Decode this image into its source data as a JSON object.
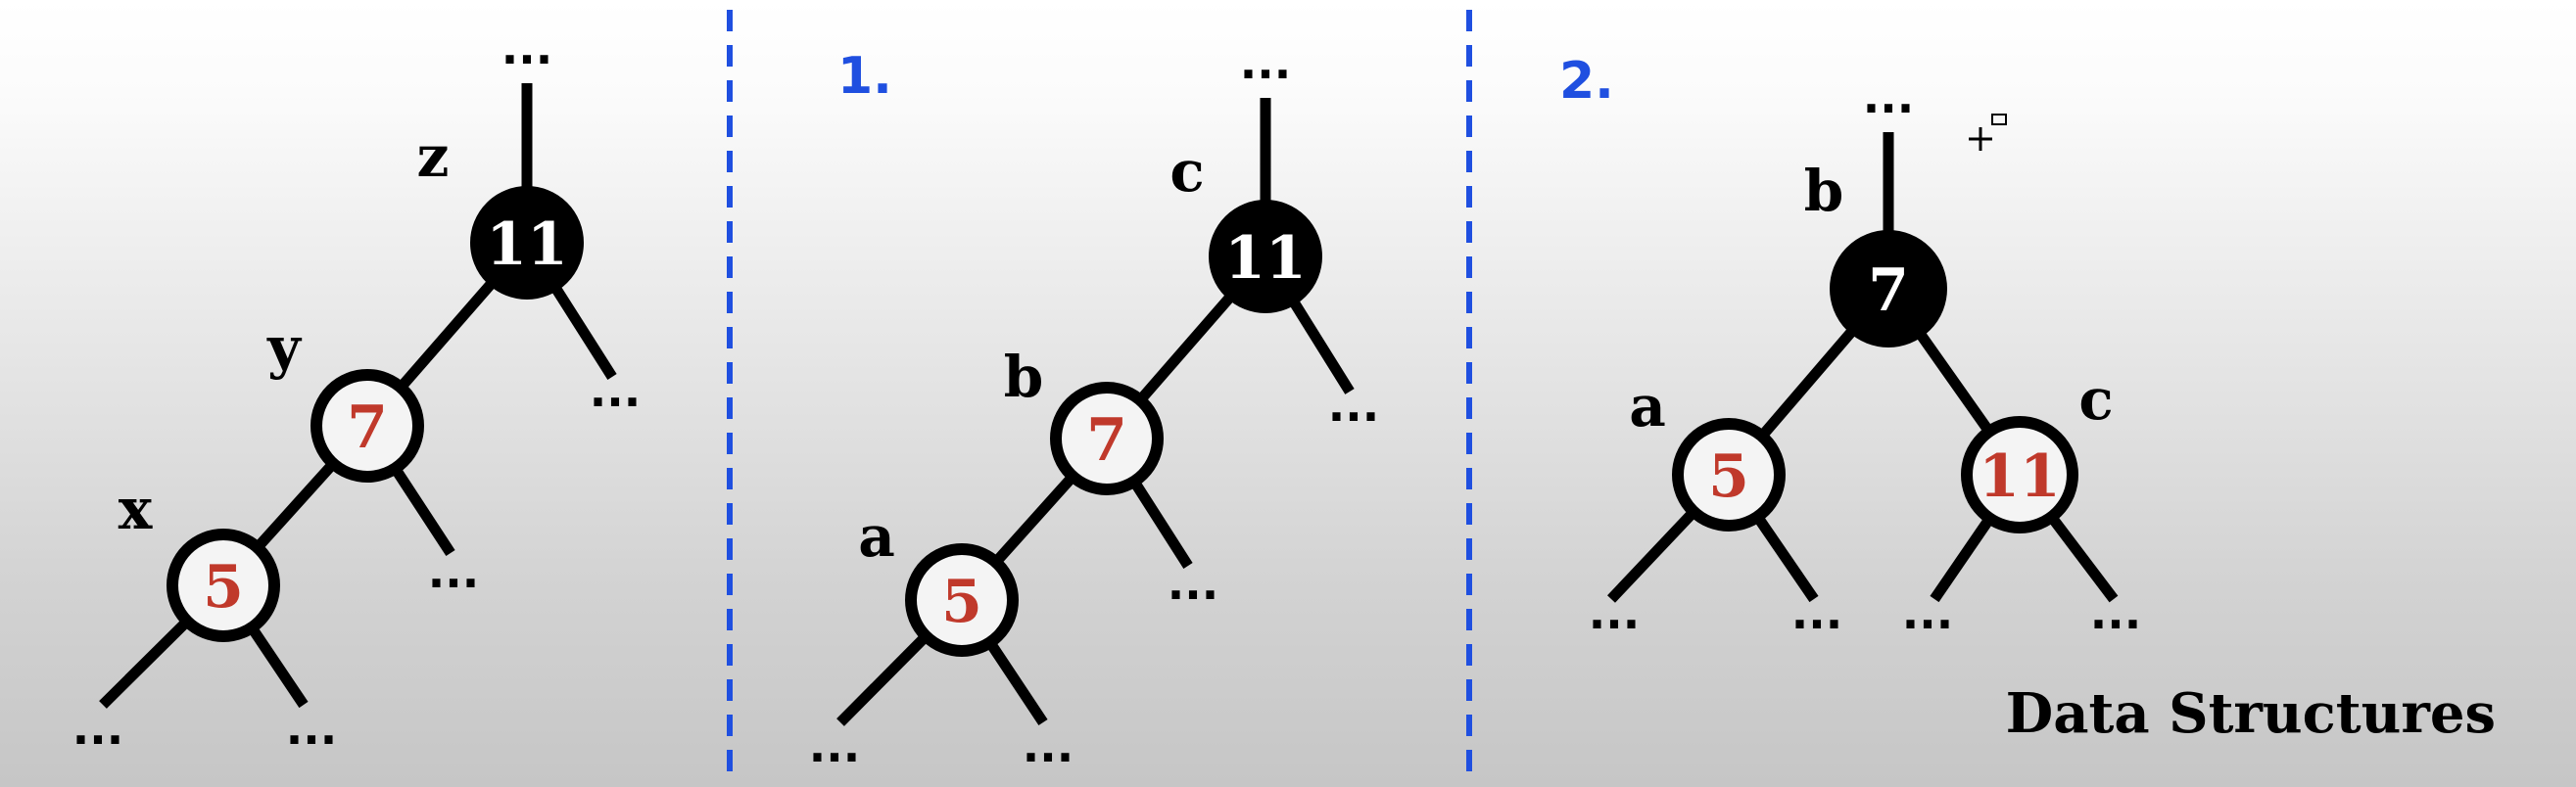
{
  "colors": {
    "red_node_text": "#c0392b",
    "black_node_fill": "#000000",
    "divider": "#1f4fe0",
    "step_label": "#1f4fe0"
  },
  "panels": [
    {
      "step_label": "",
      "root_ellipsis": "...",
      "nodes": [
        {
          "id": "n11",
          "value": "11",
          "color": "black",
          "label": "z"
        },
        {
          "id": "n7",
          "value": "7",
          "color": "red",
          "label": "y"
        },
        {
          "id": "n5",
          "value": "5",
          "color": "red",
          "label": "x"
        }
      ],
      "leaf_ellipsis": "..."
    },
    {
      "step_label": "1.",
      "root_ellipsis": "...",
      "nodes": [
        {
          "id": "n11",
          "value": "11",
          "color": "black",
          "label": "c"
        },
        {
          "id": "n7",
          "value": "7",
          "color": "red",
          "label": "b"
        },
        {
          "id": "n5",
          "value": "5",
          "color": "red",
          "label": "a"
        }
      ],
      "leaf_ellipsis": "..."
    },
    {
      "step_label": "2.",
      "root_ellipsis": "...",
      "nodes": [
        {
          "id": "n7",
          "value": "7",
          "color": "black",
          "label": "b"
        },
        {
          "id": "n5",
          "value": "5",
          "color": "red",
          "label": "a"
        },
        {
          "id": "n11",
          "value": "11",
          "color": "red",
          "label": "c"
        }
      ],
      "leaf_ellipsis": "..."
    }
  ],
  "watermark": "Data Structures",
  "cursor_icon": "crosshair-cursor-icon"
}
